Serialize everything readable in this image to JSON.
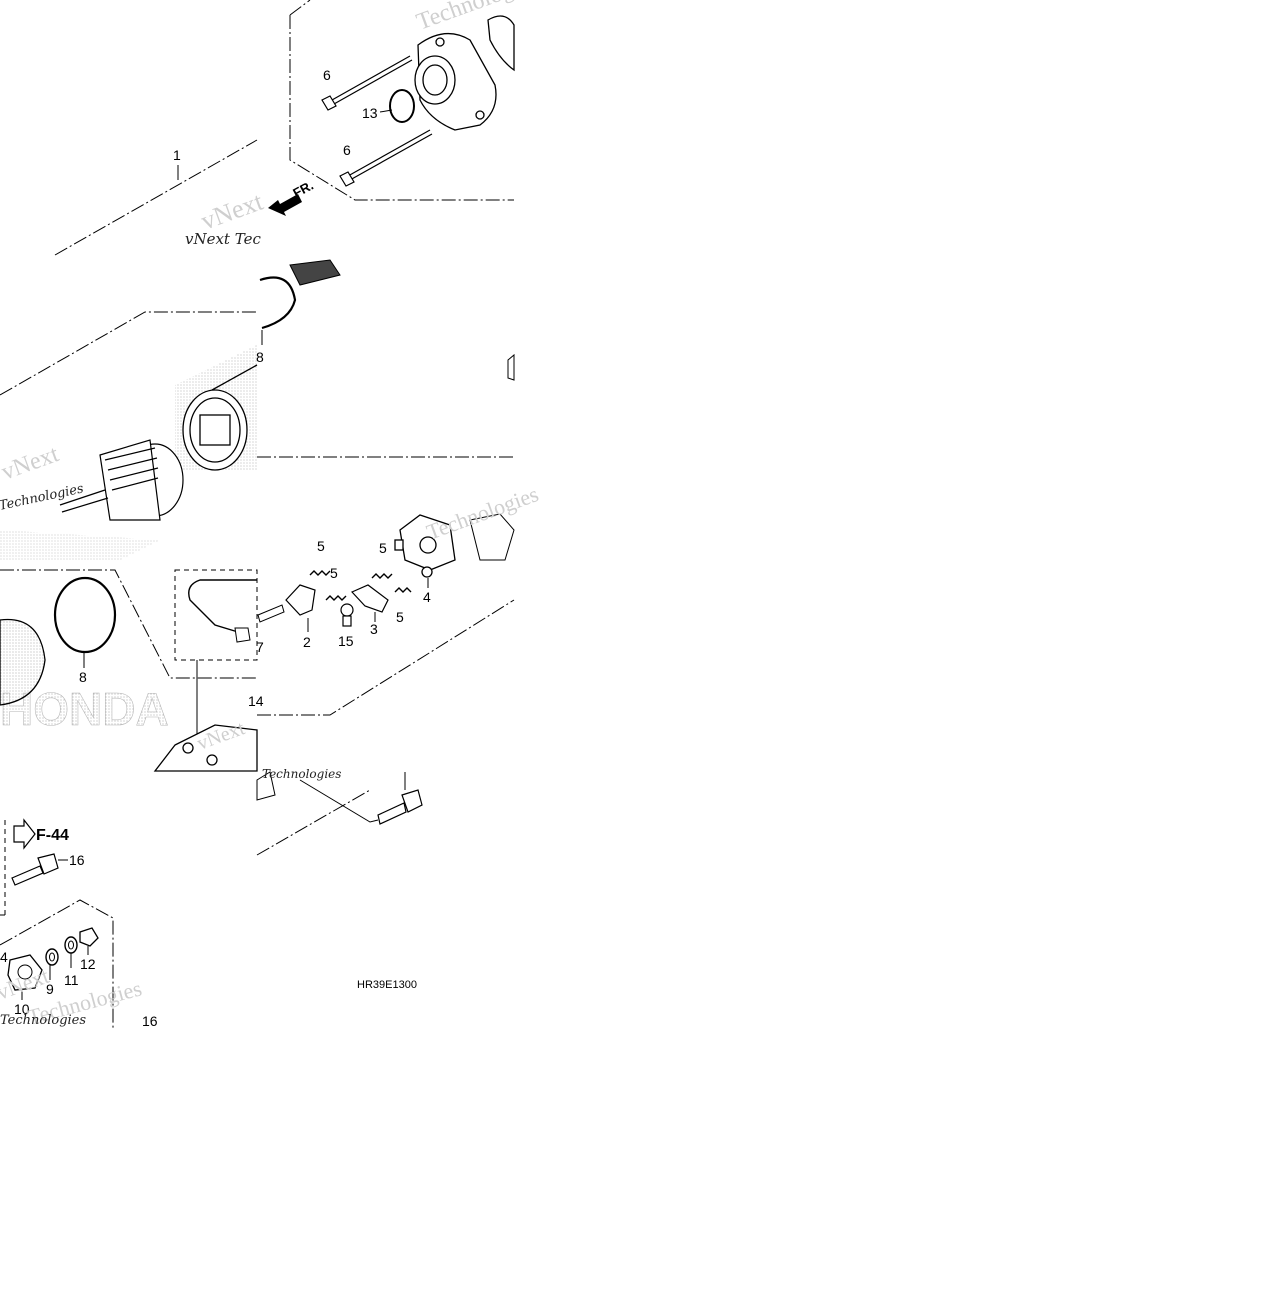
{
  "diagram": {
    "drawing_code": "HR39E1300",
    "reference": {
      "arrow_label": "F-44"
    },
    "direction_label": "FR.",
    "watermark": {
      "line1": "vNext",
      "line2": "Technologies",
      "dark_text": "vNext Tec"
    },
    "page_number": "16",
    "brand_shadow_text": "HONDA",
    "callouts": {
      "c1": "1",
      "c2": "2",
      "c3": "3",
      "c4": "4",
      "c5a": "5",
      "c5b": "5",
      "c5c": "5",
      "c5d": "5",
      "c6a": "6",
      "c6b": "6",
      "c7": "7",
      "c8a": "8",
      "c8b": "8",
      "c9": "9",
      "c10": "10",
      "c11": "11",
      "c12": "12",
      "c13": "13",
      "c14a": "14",
      "c14b": "4",
      "c15": "15",
      "c16": "16"
    }
  }
}
